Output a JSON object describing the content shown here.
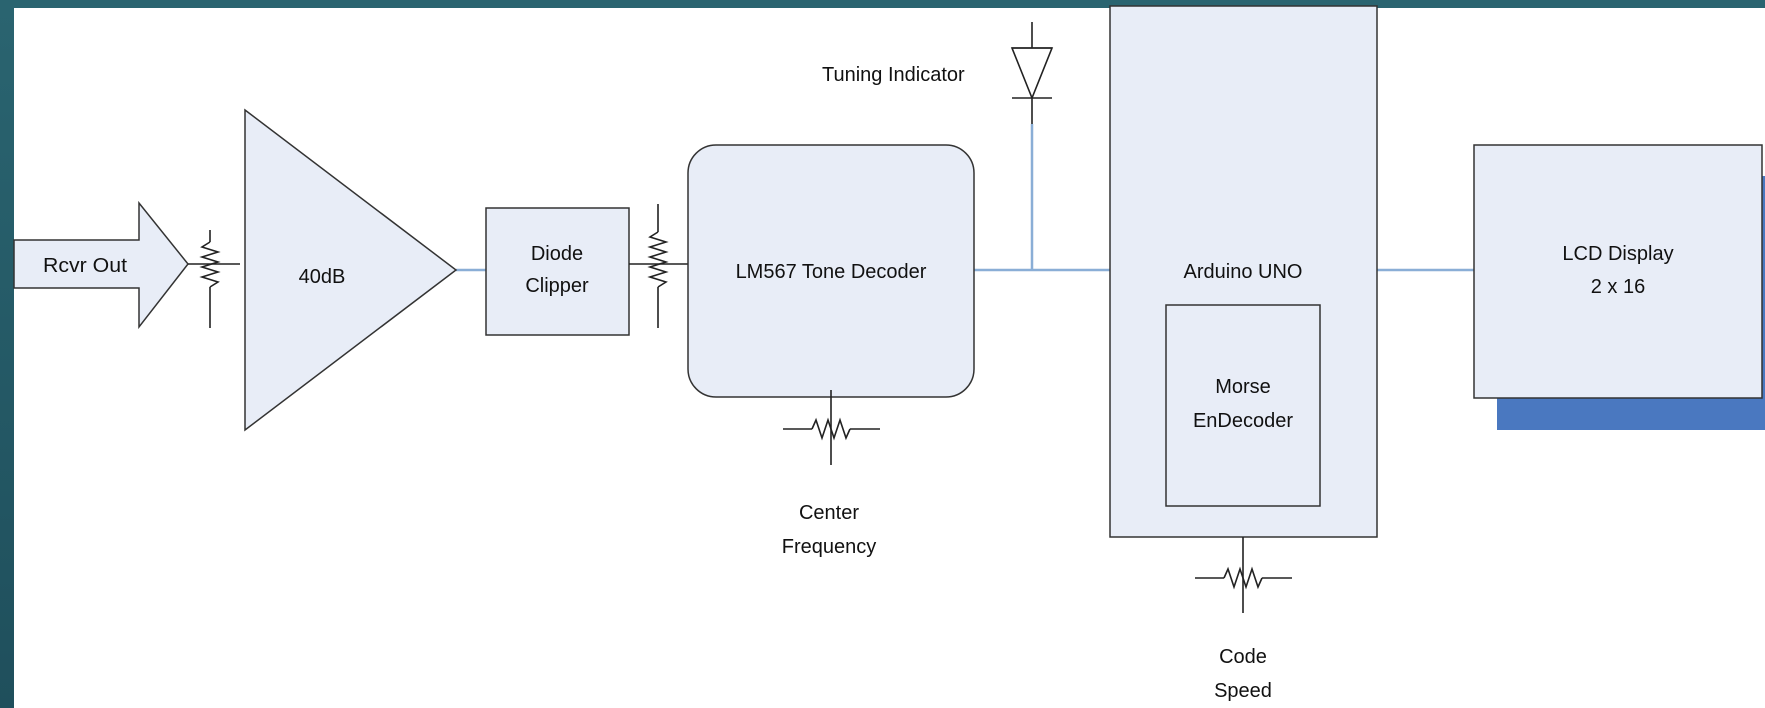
{
  "diagram": {
    "input": {
      "label": "Rcvr Out"
    },
    "amplifier": {
      "label": "40dB"
    },
    "clipper": {
      "line1": "Diode",
      "line2": "Clipper"
    },
    "tone_decoder": {
      "label": "LM567 Tone Decoder"
    },
    "center_frequency": {
      "line1": "Center",
      "line2": "Frequency"
    },
    "tuning_indicator": {
      "label": "Tuning Indicator"
    },
    "arduino": {
      "label": "Arduino UNO"
    },
    "morse": {
      "line1": "Morse",
      "line2": "EnDecoder"
    },
    "code_speed": {
      "line1": "Code",
      "line2": "Speed"
    },
    "lcd": {
      "line1": "LCD Display",
      "line2": "2 x 16"
    }
  },
  "colors": {
    "block_fill": "#e8edf7",
    "wire": "#8aaed6",
    "shadow": "#4a78c0",
    "frame": "#1f4f5c"
  }
}
